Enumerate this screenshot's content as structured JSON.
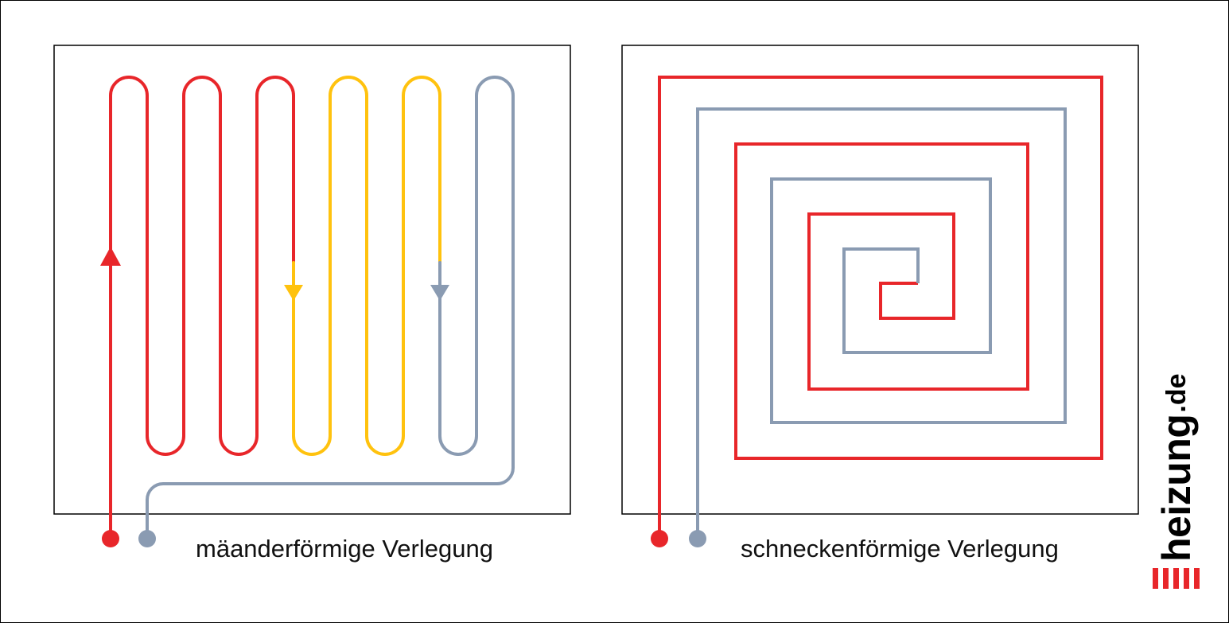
{
  "captions": {
    "meander": "mäanderförmige Verlegung",
    "spiral": "schneckenförmige Verlegung"
  },
  "logo": {
    "word": "heizung",
    "tld": ".de"
  },
  "colors": {
    "supply": "#e8262a",
    "medium": "#ffc20e",
    "return": "#8a9bb2",
    "outline": "#000000",
    "logo_mark": "#e8262a"
  }
}
